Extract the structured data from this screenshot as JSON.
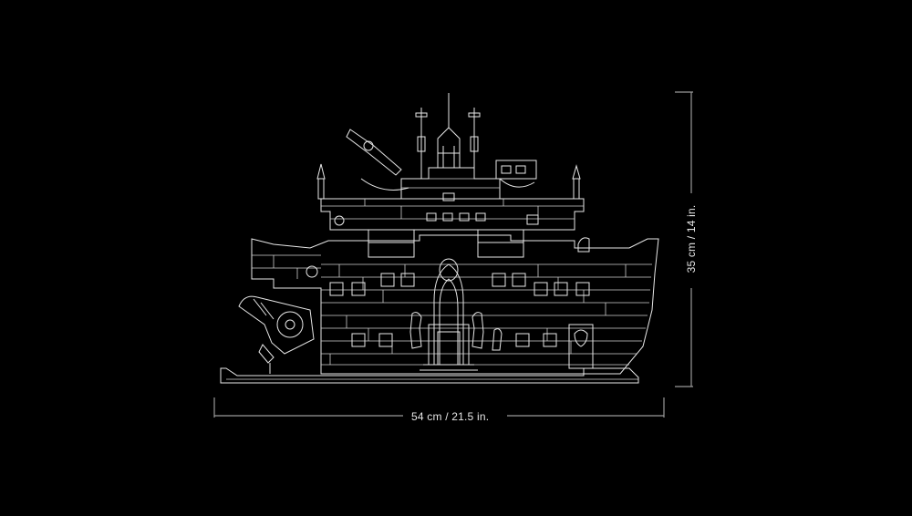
{
  "colors": {
    "background": "#000000",
    "line": "#e8e8e8",
    "dimension_line": "#9a9a9a"
  },
  "dimensions": {
    "width_label": "54 cm / 21.5 in.",
    "height_label": "35 cm / 14 in."
  },
  "illustration": {
    "subject": "ship-castle-line-drawing"
  }
}
